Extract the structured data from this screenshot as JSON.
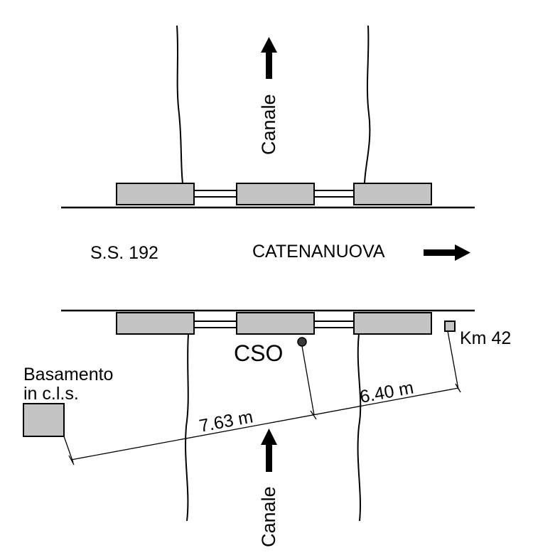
{
  "labels": {
    "canal_top": "Canale",
    "canal_bottom": "Canale",
    "road_name": "S.S. 192",
    "destination": "CATENANUOVA",
    "cso": "CSO",
    "km_marker": "Km 42",
    "basamento_line1": "Basamento",
    "basamento_line2": "in c.l.s.",
    "dist_left": "7.63 m",
    "dist_right": "6.40 m"
  },
  "colors": {
    "fill_gray": "#c4c4c4",
    "stroke": "#000000",
    "cso_dot": "#3a3a3a"
  },
  "icons": {
    "direction_arrow": "arrow-right-icon",
    "canal_arrow": "arrow-up-icon"
  }
}
